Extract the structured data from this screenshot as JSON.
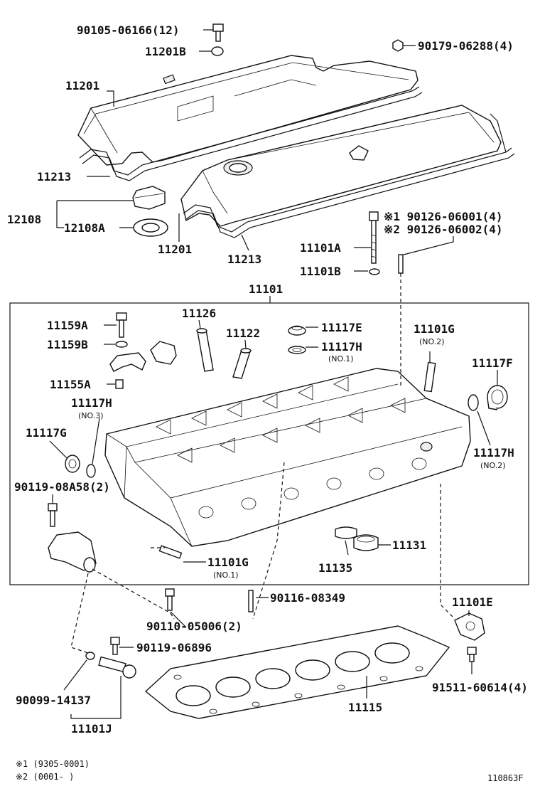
{
  "diagram": {
    "labels": {
      "p90105": "90105-06166(12)",
      "p11201B": "11201B",
      "p90179": "90179-06288(4)",
      "p11201a": "11201",
      "p11213a": "11213",
      "p12108": "12108",
      "p12108A": "12108A",
      "p11201b": "11201",
      "p11213b": "11213",
      "p90126a": "※1 90126-06001(4)",
      "p90126b": "※2 90126-06002(4)",
      "p11101A": "11101A",
      "p11101B": "11101B",
      "p11101": "11101",
      "p11159A": "11159A",
      "p11159B": "11159B",
      "p11126": "11126",
      "p11122": "11122",
      "p11117E": "11117E",
      "p11117Ha": "11117H",
      "p11117Ha_sub": "(NO.1)",
      "p11101Ga": "11101G",
      "p11101Ga_sub": "(NO.2)",
      "p11117F": "11117F",
      "p11155A": "11155A",
      "p11117Hb": "11117H",
      "p11117Hb_sub": "(NO.3)",
      "p11117G": "11117G",
      "p11117Hc": "11117H",
      "p11117Hc_sub": "(NO.2)",
      "p90119a": "90119-08A58(2)",
      "p11101Gb": "11101G",
      "p11101Gb_sub": "(NO.1)",
      "p11131": "11131",
      "p11135": "11135",
      "p90116": "90116-08349",
      "p90110": "90110-05006(2)",
      "p90119b": "90119-06896",
      "p11101E": "11101E",
      "p90099": "90099-14137",
      "p91511": "91511-60614(4)",
      "p11115": "11115",
      "p11101J": "11101J"
    },
    "footnotes": {
      "n1": "※1 (9305-0001)",
      "n2": "※2 (0001-     )"
    },
    "drawing_code": "110863F"
  }
}
